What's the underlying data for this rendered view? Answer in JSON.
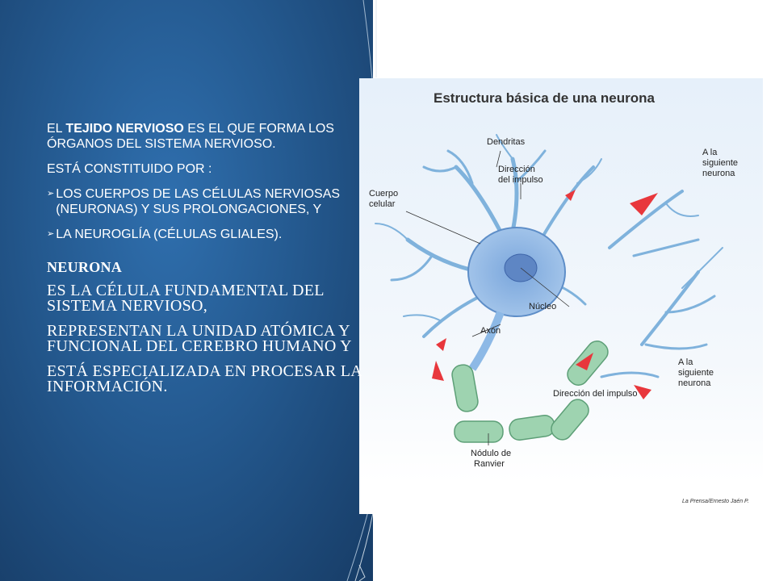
{
  "slide": {
    "p1": {
      "pre": "EL ",
      "bold": "TEJIDO NERVIOSO",
      "post": " ES EL QUE FORMA LOS ÓRGANOS DEL SISTEMA NERVIOSO."
    },
    "p2": "ESTÁ CONSTITUIDO POR :",
    "bullets": [
      "LOS CUERPOS DE LAS CÉLULAS NERVIOSAS (NEURONAS) Y SUS PROLONGACIONES, Y",
      "LA NEUROGLÍA  (CÉLULAS GLIALES)."
    ],
    "heading": "NEURONA",
    "serif_paras": [
      "ES LA CÉLULA FUNDAMENTAL  DEL SISTEMA NERVIOSO,",
      "REPRESENTAN LA UNIDAD ATÓMICA Y FUNCIONAL DEL CEREBRO HUMANO Y",
      "ESTÁ ESPECIALIZADA EN PROCESAR LA INFORMACIÓN."
    ]
  },
  "figure": {
    "title": "Estructura básica de una neurona",
    "labels": {
      "dendritas": "Dendritas",
      "direccion1": "Dirección",
      "direccion1b": "del impulso",
      "cuerpo": "Cuerpo",
      "cuerpob": "celular",
      "siguiente1": "A la",
      "siguiente1b": "siguiente",
      "siguiente1c": "neurona",
      "nucleo": "Núcleo",
      "axon": "Axón",
      "siguiente2": "A la",
      "siguiente2b": "siguiente",
      "siguiente2c": "neurona",
      "direccion2": "Dirección del impulso",
      "nodulo": "Nódulo de",
      "nodulob": "Ranvier"
    },
    "credit": "La Prensa/Ernesto Jaén P."
  },
  "colors": {
    "panel": "#24598f",
    "dendrite": "#7fb2dc",
    "soma": "#8db9e6",
    "myelin": "#9ed3b0",
    "arrow": "#e8373c"
  }
}
